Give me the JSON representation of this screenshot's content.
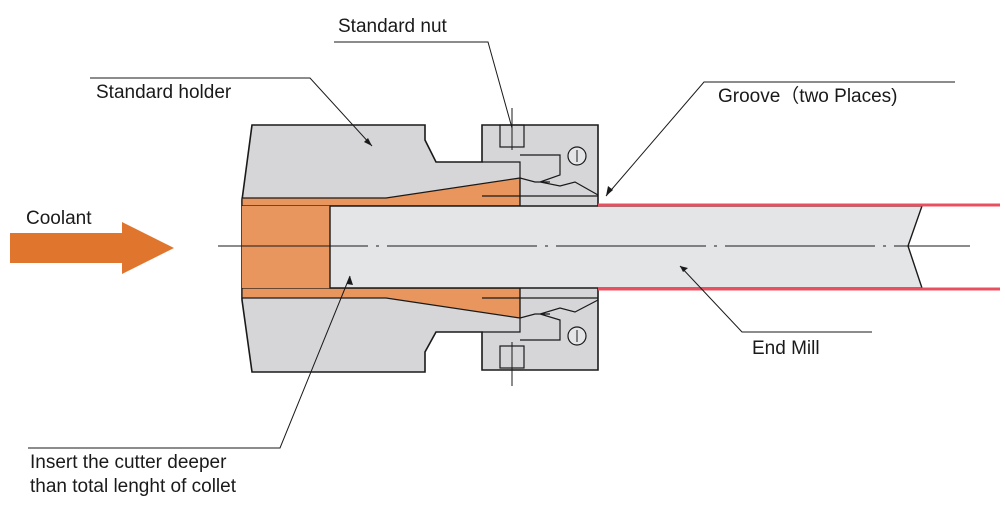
{
  "labels": {
    "standard_nut": "Standard nut",
    "standard_holder": "Standard holder",
    "groove": "Groove（two Places)",
    "coolant": "Coolant",
    "end_mill": "End Mill",
    "insert_line1": "Insert the cutter deeper",
    "insert_line2": "than total lenght of collet"
  },
  "colors": {
    "holder": "#d6d6d8",
    "collet": "#e8965e",
    "end_mill": "#e4e5e7",
    "coolant_arrow": "#e0762e",
    "groove": "#e8505f",
    "outline": "#1a1a1a"
  }
}
